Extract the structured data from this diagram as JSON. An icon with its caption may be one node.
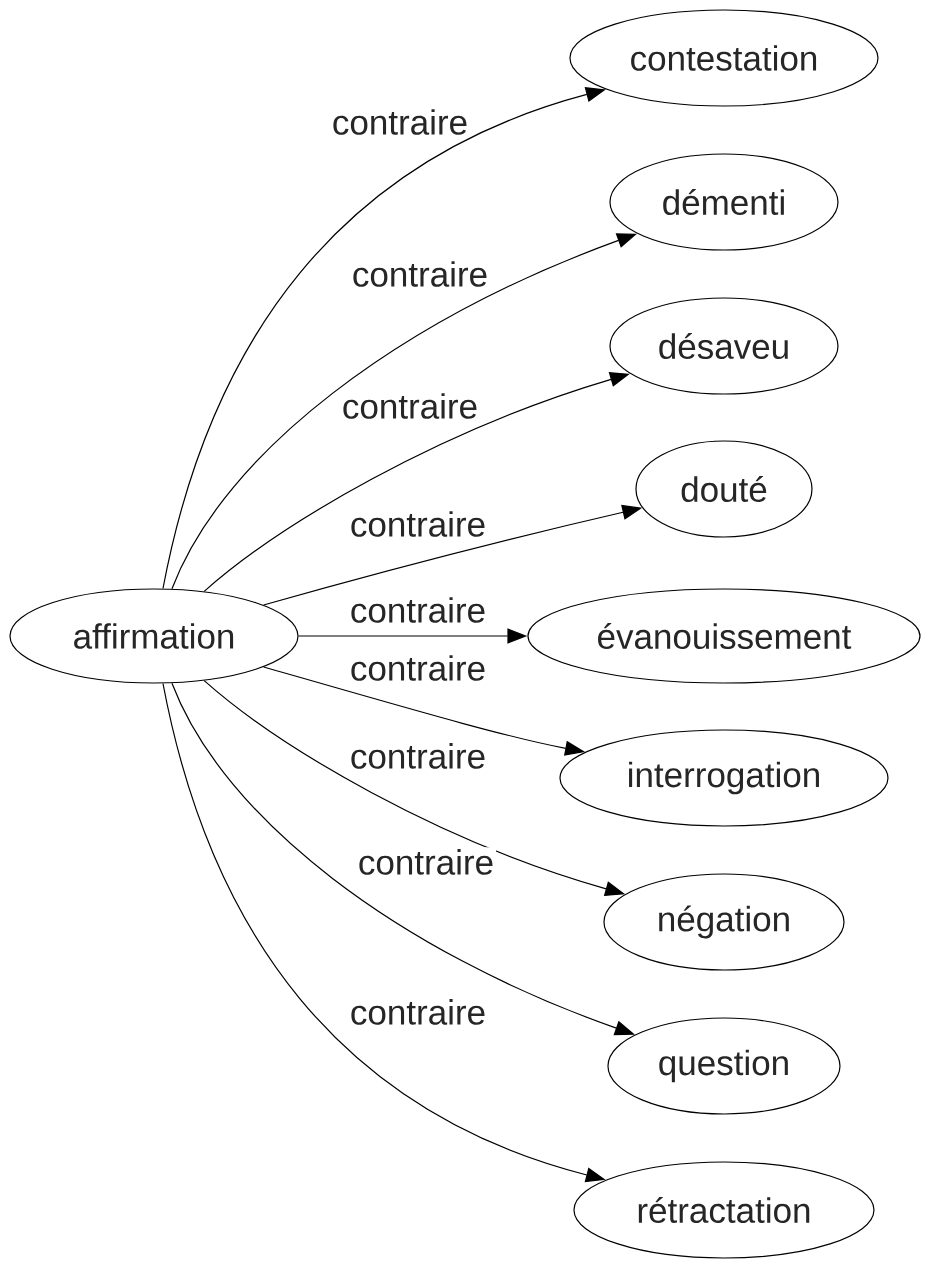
{
  "diagram": {
    "nodes": [
      {
        "text": [
          "affirmation"
        ]
      },
      {
        "text": [
          "contestation"
        ]
      },
      {
        "text": [
          "démenti"
        ]
      },
      {
        "text": [
          "désaveu"
        ]
      },
      {
        "text": [
          "douté"
        ]
      },
      {
        "text": [
          "évanouissement"
        ]
      },
      {
        "text": [
          "interrogation"
        ]
      },
      {
        "text": [
          "négation"
        ]
      },
      {
        "text": [
          "question"
        ]
      },
      {
        "text": [
          "rétractation"
        ]
      }
    ],
    "edges": [
      {
        "from": 0,
        "to": 1,
        "arrow": "to",
        "label": "contraire"
      },
      {
        "from": 0,
        "to": 2,
        "arrow": "to",
        "label": "contraire"
      },
      {
        "from": 0,
        "to": 3,
        "arrow": "to",
        "label": "contraire"
      },
      {
        "from": 0,
        "to": 4,
        "arrow": "to",
        "label": "contraire"
      },
      {
        "from": 0,
        "to": 5,
        "arrow": "to",
        "label": "contraire"
      },
      {
        "from": 0,
        "to": 6,
        "arrow": "to",
        "label": "contraire"
      },
      {
        "from": 0,
        "to": 7,
        "arrow": "to",
        "label": "contraire"
      },
      {
        "from": 0,
        "to": 8,
        "arrow": "to",
        "label": "contraire"
      },
      {
        "from": 0,
        "to": 9,
        "arrow": "to",
        "label": "contraire"
      }
    ]
  }
}
